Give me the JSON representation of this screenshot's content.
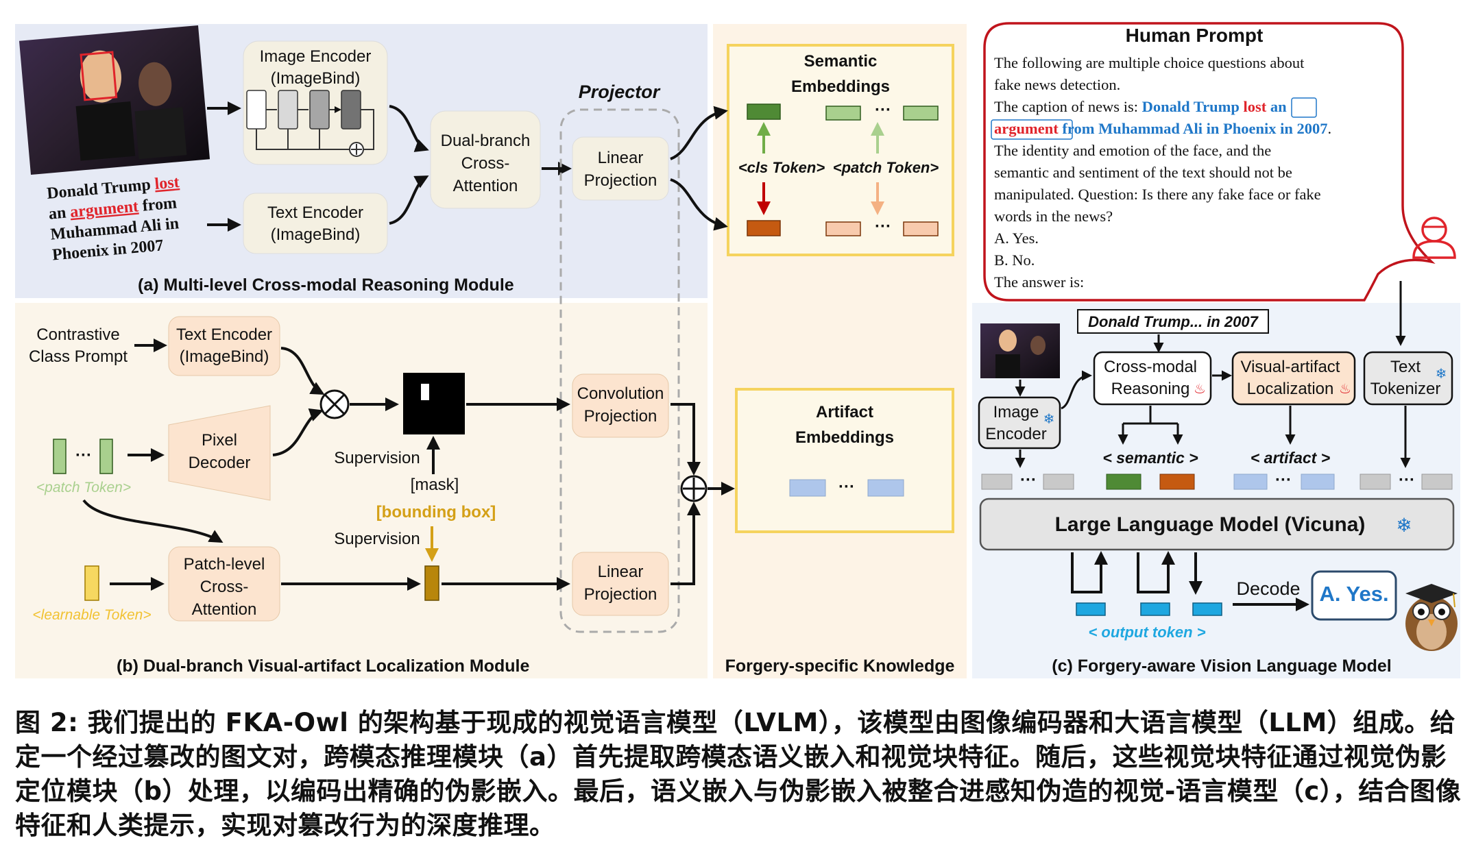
{
  "module_a": {
    "title": "(a) Multi-level Cross-modal Reasoning Module",
    "caption_news": [
      "Donald Trump",
      "lost",
      "an",
      "argument",
      "from",
      "Muhammad Ali in",
      "Phoenix in 2007"
    ],
    "image_encoder": [
      "Image Encoder",
      "(ImageBind)"
    ],
    "text_encoder": [
      "Text Encoder",
      "(ImageBind)"
    ],
    "dual_branch": [
      "Dual-branch",
      "Cross-",
      "Attention"
    ]
  },
  "projector": {
    "title": "Projector",
    "linear_projection": [
      "Linear",
      "Projection"
    ],
    "conv_projection": [
      "Convolution",
      "Projection"
    ],
    "linear_projection_b": [
      "Linear",
      "Projection"
    ]
  },
  "semantic": {
    "title": [
      "Semantic",
      "Embeddings"
    ],
    "cls_token": "<cls Token>",
    "patch_token": "<patch Token>",
    "ellipsis": "···"
  },
  "artifact": {
    "title": [
      "Artifact",
      "Embeddings"
    ],
    "ellipsis": "···"
  },
  "forgery_knowledge": "Forgery-specific Knowledge",
  "module_b": {
    "title": "(b) Dual-branch Visual-artifact Localization Module",
    "contrastive": [
      "Contrastive",
      "Class Prompt"
    ],
    "text_encoder": [
      "Text Encoder",
      "(ImageBind)"
    ],
    "pixel_decoder": [
      "Pixel",
      "Decoder"
    ],
    "patch_token": "<patch Token>",
    "learnable_token": "<learnable Token>",
    "patch_attention": [
      "Patch-level",
      "Cross-",
      "Attention"
    ],
    "supervision_1": "Supervision",
    "mask": "[mask]",
    "bounding_box": "[bounding box]",
    "supervision_2": "Supervision",
    "ellipsis": "···"
  },
  "human_prompt": {
    "title": "Human Prompt",
    "lines": [
      "The following are multiple choice questions about",
      "fake news detection.",
      "The caption of news is:"
    ],
    "caption_parts": [
      "Donald Trump",
      "lost",
      "an",
      "argument",
      "from Muhammad Ali in Phoenix in 2007",
      "."
    ],
    "question_lines": [
      "The identity and emotion of the face, and the",
      "semantic and sentiment of the text should not be",
      "manipulated. Question: Is there any fake face or fake",
      "words in the news?",
      "A.  Yes.",
      "B.  No.",
      "The answer is:"
    ]
  },
  "module_c": {
    "title": "(c) Forgery-aware Vision Language Model",
    "caption_box": "Donald Trump... in 2007",
    "image_encoder": [
      "Image",
      "Encoder"
    ],
    "cross_modal": [
      "Cross-modal",
      "Reasoning"
    ],
    "visual_artifact": [
      "Visual-artifact",
      "Localization"
    ],
    "text_tokenizer": [
      "Text",
      "Tokenizer"
    ],
    "semantic_label": "< semantic >",
    "artifact_label": "<  artifact  >",
    "llm": "Large Language Model (Vicuna)",
    "decode": "Decode",
    "answer": "A. Yes.",
    "output_token": "< output token >"
  },
  "figure_caption": "图 2: 我们提出的 FKA-Owl 的架构基于现成的视觉语言模型（LVLM），该模型由图像编码器和大语言模型（LLM）组成。给定一个经过篡改的图文对，跨模态推理模块（a）首先提取跨模态语义嵌入和视觉块特征。随后，这些视觉块特征通过视觉伪影定位模块（b）处理，以编码出精确的伪影嵌入。最后，语义嵌入与伪影嵌入被整合进感知伪造的视觉-语言模型（c），结合图像特征和人类提示，实现对篡改行为的深度推理。",
  "colors": {
    "panel_a": "#e6eaf5",
    "panel_b": "#fbf5ea",
    "panel_c": "#eef3fa",
    "token_green": "#4f8a35",
    "token_light_green": "#a9d08e",
    "token_orange": "#c55a11",
    "token_light_orange": "#f8cbad",
    "token_blue": "#1ea7e0",
    "token_light_blue": "#aec6eb",
    "highlight_blue": "#1f77c8",
    "highlight_red": "#e0242b",
    "gold": "#d4a017"
  }
}
